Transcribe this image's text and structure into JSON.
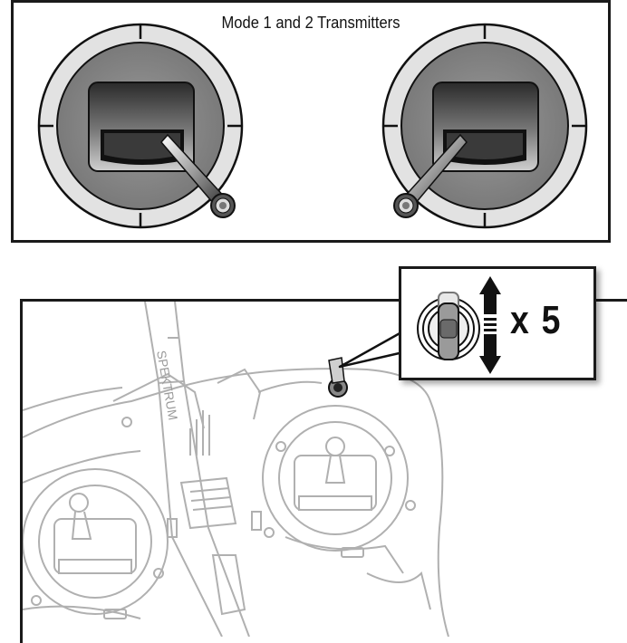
{
  "top": {
    "title": "Mode 1 and 2 Transmitters"
  },
  "callout": {
    "multiplier_label": "x 5"
  },
  "transmitter": {
    "brand_text": "SPEKTRUM"
  },
  "colors": {
    "outline": "#1a1a1a",
    "ring": "#d6d6d6",
    "gimbal": "#7a7a7a",
    "body_line": "#b5b5b5"
  },
  "icons": [
    "gimbal-left-icon",
    "gimbal-right-icon",
    "toggle-switch-icon",
    "up-down-arrow-icon"
  ]
}
